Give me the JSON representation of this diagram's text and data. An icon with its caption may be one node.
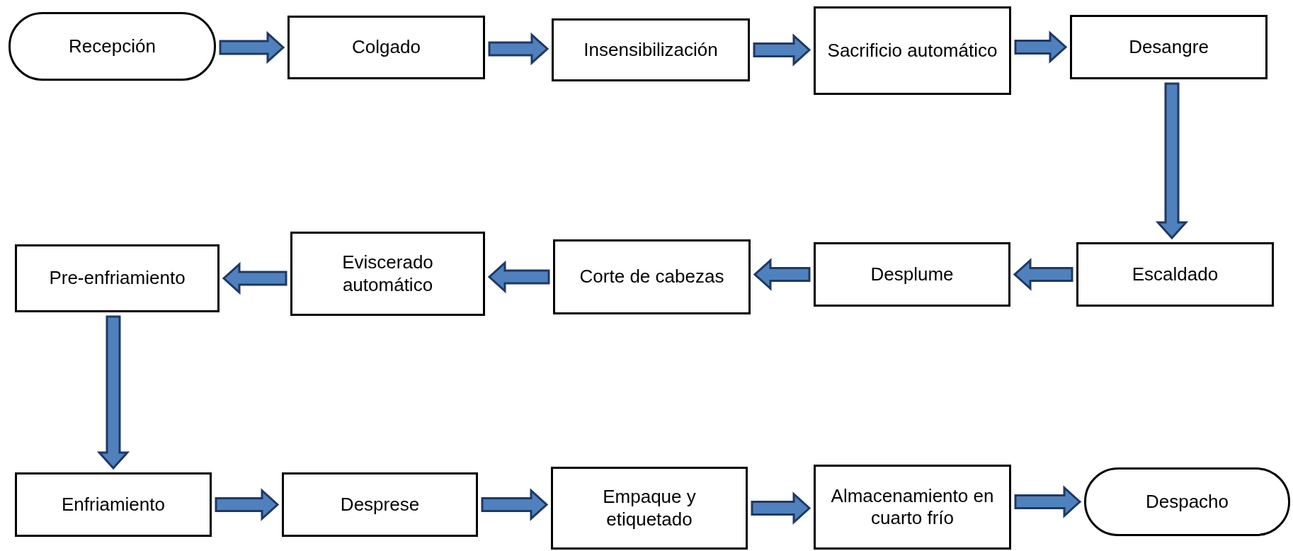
{
  "diagram": {
    "nodes": [
      {
        "text": [
          "Recepción"
        ]
      },
      {
        "text": [
          "Colgado"
        ]
      },
      {
        "text": [
          "Insensibilización"
        ]
      },
      {
        "text": [
          "Sacrificio automático"
        ]
      },
      {
        "text": [
          "Desangre"
        ]
      },
      {
        "text": [
          "Escaldado"
        ]
      },
      {
        "text": [
          "Desplume"
        ]
      },
      {
        "text": [
          "Corte de cabezas"
        ]
      },
      {
        "text": [
          "Eviscerado automático"
        ]
      },
      {
        "text": [
          "Pre-enfriamiento"
        ]
      },
      {
        "text": [
          "Enfriamiento"
        ]
      },
      {
        "text": [
          "Desprese"
        ]
      },
      {
        "text": [
          "Empaque y etiquetado"
        ]
      },
      {
        "text": [
          "Almacenamiento en cuarto frío"
        ]
      },
      {
        "text": [
          "Despacho"
        ]
      }
    ],
    "edges": [
      {
        "from": 0,
        "to": 1,
        "arrow": "to",
        "style": "thick"
      },
      {
        "from": 1,
        "to": 2,
        "arrow": "to",
        "style": "thick"
      },
      {
        "from": 2,
        "to": 3,
        "arrow": "to",
        "style": "thick"
      },
      {
        "from": 3,
        "to": 4,
        "arrow": "to",
        "style": "thick"
      },
      {
        "from": 4,
        "to": 5,
        "arrow": "to",
        "style": "thick"
      },
      {
        "from": 5,
        "to": 6,
        "arrow": "to",
        "style": "thick"
      },
      {
        "from": 6,
        "to": 7,
        "arrow": "to",
        "style": "thick"
      },
      {
        "from": 7,
        "to": 8,
        "arrow": "to",
        "style": "thick"
      },
      {
        "from": 8,
        "to": 9,
        "arrow": "to",
        "style": "thick"
      },
      {
        "from": 9,
        "to": 10,
        "arrow": "to",
        "style": "thick"
      },
      {
        "from": 10,
        "to": 11,
        "arrow": "to",
        "style": "thick"
      },
      {
        "from": 11,
        "to": 12,
        "arrow": "to",
        "style": "thick"
      },
      {
        "from": 12,
        "to": 13,
        "arrow": "to",
        "style": "thick"
      },
      {
        "from": 13,
        "to": 14,
        "arrow": "to",
        "style": "thick"
      }
    ]
  }
}
